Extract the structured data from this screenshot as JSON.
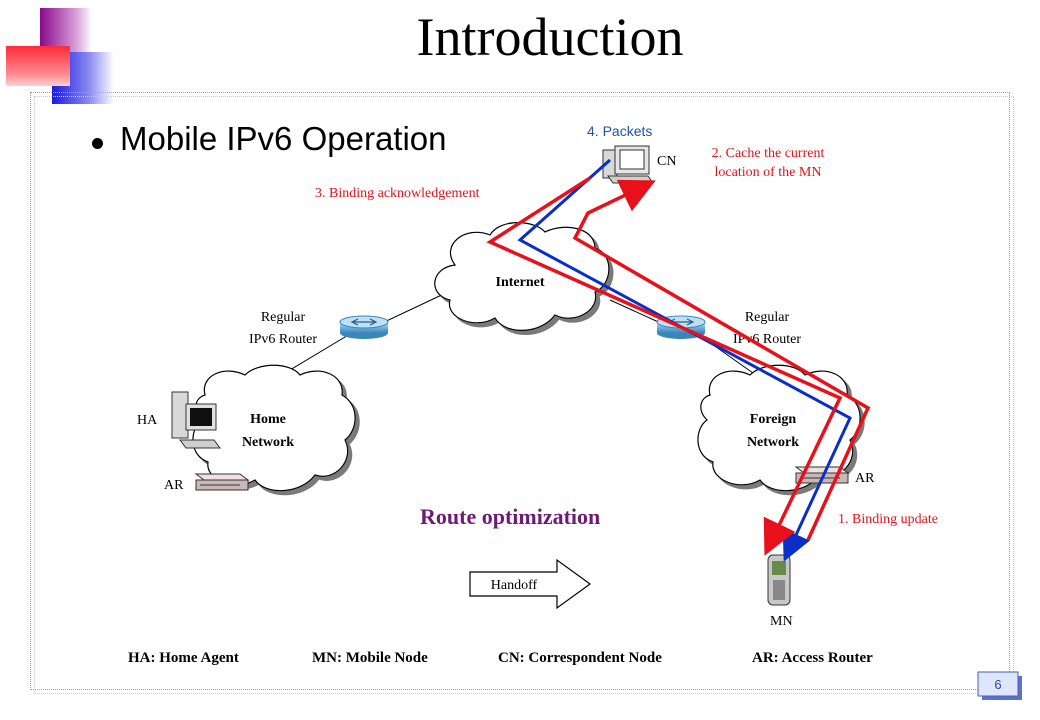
{
  "title": "Introduction",
  "subtitle": "Mobile IPv6 Operation",
  "diagram": {
    "cloud_internet": "Internet",
    "cloud_home": [
      "Home",
      "Network"
    ],
    "cloud_foreign": [
      "Foreign",
      "Network"
    ],
    "router_left": [
      "Regular",
      "IPv6 Router"
    ],
    "router_right": [
      "Regular",
      "IPv6 Router"
    ],
    "ha_label": "HA",
    "ar_left_label": "AR",
    "ar_right_label": "AR",
    "cn_label": "CN",
    "mn_label": "MN",
    "step1": "1. Binding update",
    "step2": [
      "2. Cache the current",
      "location of the MN"
    ],
    "step3": "3. Binding acknowledgement",
    "step4": "4. Packets",
    "route_title": "Route optimization",
    "handoff": "Handoff"
  },
  "legend": [
    "HA: Home Agent",
    "MN: Mobile Node",
    "CN: Correspondent Node",
    "AR: Access Router"
  ],
  "page_number": "6",
  "colors": {
    "red": "#e8101a",
    "blue": "#0a2ec8",
    "purple": "#6e1a78",
    "step_red": "#e8101a",
    "step_blue": "#2050b8"
  }
}
